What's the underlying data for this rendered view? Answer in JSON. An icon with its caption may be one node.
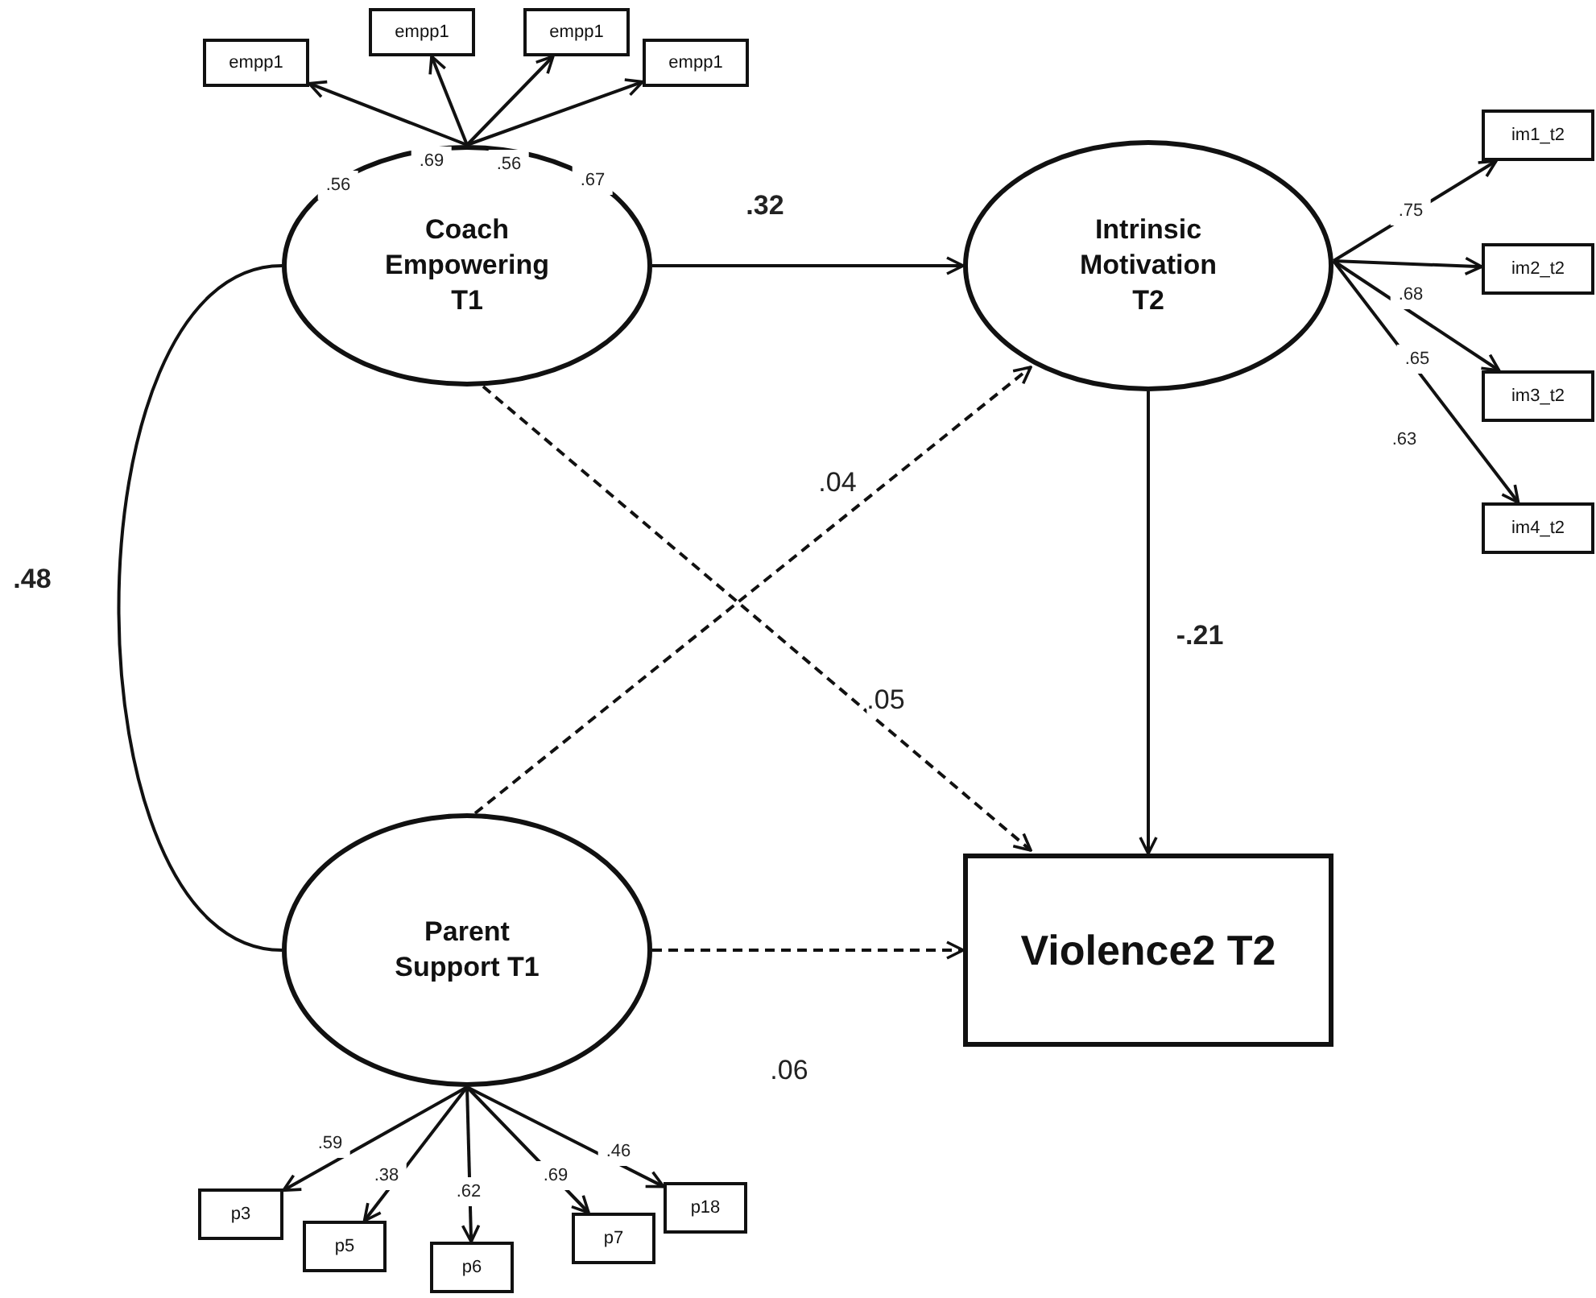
{
  "diagram": {
    "nodes": [
      {
        "text": [
          "Coach Empowering T1"
        ]
      },
      {
        "text": [
          "Intrinsic Motivation T2"
        ]
      },
      {
        "text": [
          "Parent Support T1"
        ]
      },
      {
        "text": [
          "Violence2 T2"
        ]
      },
      {
        "text": [
          "empp1"
        ]
      },
      {
        "text": [
          "empp1"
        ]
      },
      {
        "text": [
          "empp1"
        ]
      },
      {
        "text": [
          "empp1"
        ]
      },
      {
        "text": [
          "im1_t2"
        ]
      },
      {
        "text": [
          "im2_t2"
        ]
      },
      {
        "text": [
          "im3_t2"
        ]
      },
      {
        "text": [
          "im4_t2"
        ]
      },
      {
        "text": [
          "p3"
        ]
      },
      {
        "text": [
          "p5"
        ]
      },
      {
        "text": [
          "p6"
        ]
      },
      {
        "text": [
          "p7"
        ]
      },
      {
        "text": [
          "p18"
        ]
      }
    ],
    "edges": [
      {
        "from": 0,
        "to": 1,
        "arrow": "to",
        "label": ".32"
      },
      {
        "from": 0,
        "to": 3,
        "arrow": "to",
        "label": ".05",
        "style": "dashed"
      },
      {
        "from": 2,
        "to": 1,
        "arrow": "to",
        "label": ".04",
        "style": "dashed"
      },
      {
        "from": 1,
        "to": 3,
        "arrow": "to",
        "label": "-.21"
      },
      {
        "from": 2,
        "to": 3,
        "arrow": "to",
        "label": ".06",
        "style": "dashed"
      },
      {
        "from": 0,
        "to": 2,
        "arrow": "none",
        "label": ".48"
      },
      {
        "from": 0,
        "to": 4,
        "arrow": "to",
        "label": ".56"
      },
      {
        "from": 0,
        "to": 5,
        "arrow": "to",
        "label": ".69"
      },
      {
        "from": 0,
        "to": 6,
        "arrow": "to",
        "label": ".56"
      },
      {
        "from": 0,
        "to": 7,
        "arrow": "to",
        "label": ".67"
      },
      {
        "from": 1,
        "to": 8,
        "arrow": "to",
        "label": ".75"
      },
      {
        "from": 1,
        "to": 9,
        "arrow": "to",
        "label": ".68"
      },
      {
        "from": 1,
        "to": 10,
        "arrow": "to",
        "label": ".65"
      },
      {
        "from": 1,
        "to": 11,
        "arrow": "to",
        "label": ".63"
      },
      {
        "from": 2,
        "to": 12,
        "arrow": "to",
        "label": ".59"
      },
      {
        "from": 2,
        "to": 13,
        "arrow": "to",
        "label": ".38"
      },
      {
        "from": 2,
        "to": 14,
        "arrow": "to",
        "label": ".62"
      },
      {
        "from": 2,
        "to": 15,
        "arrow": "to",
        "label": ".69"
      },
      {
        "from": 2,
        "to": 16,
        "arrow": "to",
        "label": ".46"
      }
    ]
  }
}
